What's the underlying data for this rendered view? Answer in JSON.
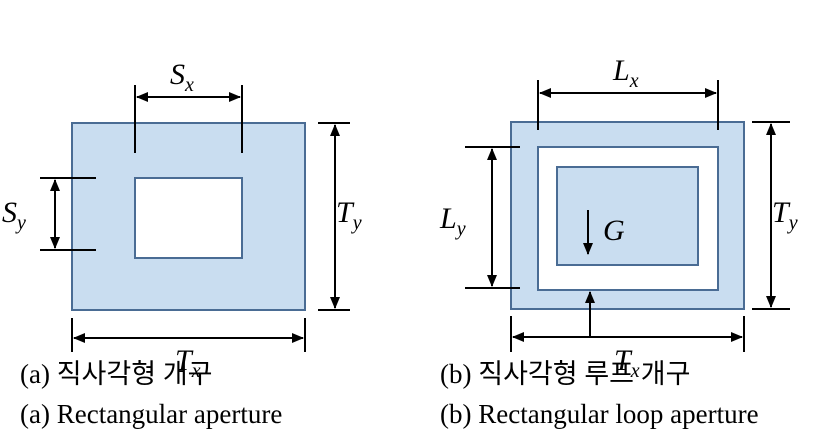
{
  "colors": {
    "panel_fill": "#c9ddf0",
    "panel_stroke": "#4a6c94",
    "hole_fill": "#ffffff",
    "line": "#000000"
  },
  "diagram_a": {
    "label_sx_main": "S",
    "label_sx_sub": "x",
    "label_sy_main": "S",
    "label_sy_sub": "y",
    "label_ty_main": "T",
    "label_ty_sub": "y",
    "label_tx_main": "T",
    "label_tx_sub": "x"
  },
  "diagram_b": {
    "label_lx_main": "L",
    "label_lx_sub": "x",
    "label_ly_main": "L",
    "label_ly_sub": "y",
    "label_ty_main": "T",
    "label_ty_sub": "y",
    "label_tx_main": "T",
    "label_tx_sub": "x",
    "label_g": "G"
  },
  "captions": {
    "a_korean": "(a) 직사각형 개구",
    "b_korean": "(b) 직사각형 루프 개구",
    "a_english": "(a) Rectangular aperture",
    "b_english": "(b) Rectangular loop aperture"
  }
}
